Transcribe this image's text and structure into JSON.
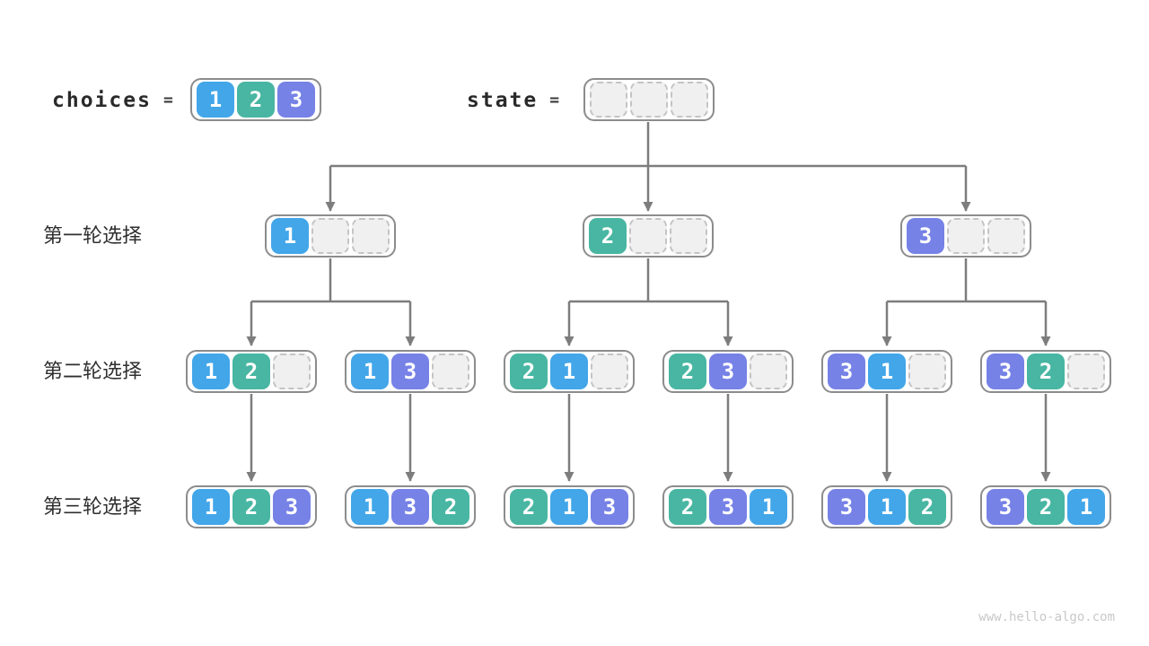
{
  "header": {
    "choices_label": "choices",
    "choices_equals": "=",
    "choices_cells": [
      "1",
      "2",
      "3"
    ],
    "state_label": "state",
    "state_equals": "=",
    "state_cells": [
      "",
      "",
      ""
    ]
  },
  "rows": [
    {
      "label": "第一轮选择",
      "boxes": [
        [
          "1",
          "",
          ""
        ],
        [
          "2",
          "",
          ""
        ],
        [
          "3",
          "",
          ""
        ]
      ]
    },
    {
      "label": "第二轮选择",
      "boxes": [
        [
          "1",
          "2",
          ""
        ],
        [
          "1",
          "3",
          ""
        ],
        [
          "2",
          "1",
          ""
        ],
        [
          "2",
          "3",
          ""
        ],
        [
          "3",
          "1",
          ""
        ],
        [
          "3",
          "2",
          ""
        ]
      ]
    },
    {
      "label": "第三轮选择",
      "boxes": [
        [
          "1",
          "2",
          "3"
        ],
        [
          "1",
          "3",
          "2"
        ],
        [
          "2",
          "1",
          "3"
        ],
        [
          "2",
          "3",
          "1"
        ],
        [
          "3",
          "1",
          "2"
        ],
        [
          "3",
          "2",
          "1"
        ]
      ]
    }
  ],
  "watermark": "www.hello-algo.com",
  "colors": {
    "value_1": "#42A6E9",
    "value_2": "#48B6A2",
    "value_3": "#7682E6",
    "arrow": "#7D7D7D",
    "box_border": "#8C8C8C",
    "empty_cell_bg": "#F0F0F0",
    "empty_cell_border": "#C4C4C4",
    "label_text": "#2F2F2F",
    "watermark_text": "#C8C8C8"
  }
}
